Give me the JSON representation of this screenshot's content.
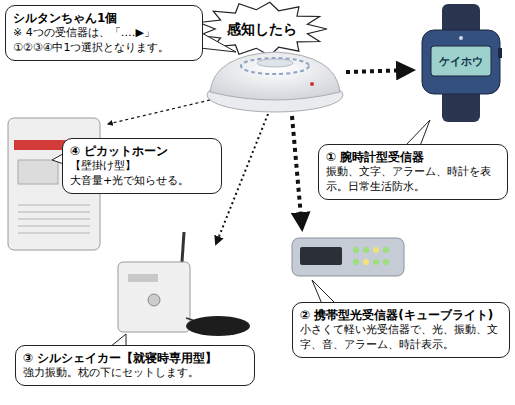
{
  "diagram": {
    "nodes": [
      {
        "text": [
          "シルタンちゃん1個",
          "※ 4つの受信器は、「‥‥▶」 ①②③④中1つ選択となります。"
        ]
      },
      {
        "text": [
          "感知したら"
        ]
      },
      {
        "text": [
          "④ ピカットホーン",
          "【壁掛け型】",
          "大音量+光で知らせる。"
        ]
      },
      {
        "text": [
          "① 腕時計型受信器",
          "振動、文字、アラーム、時計を表示。日常生活防水。"
        ]
      },
      {
        "text": [
          "② 携帯型光受信器(キューブライト)",
          "小さくて軽い光受信器で、光、振動、文字、音、アラーム、時計表示。"
        ]
      },
      {
        "text": [
          "③ シルシェイカー【就寝時専用型】",
          "強力振動。枕の下にセットします。"
        ]
      }
    ],
    "labels": [
      "ケイホウ"
    ]
  }
}
